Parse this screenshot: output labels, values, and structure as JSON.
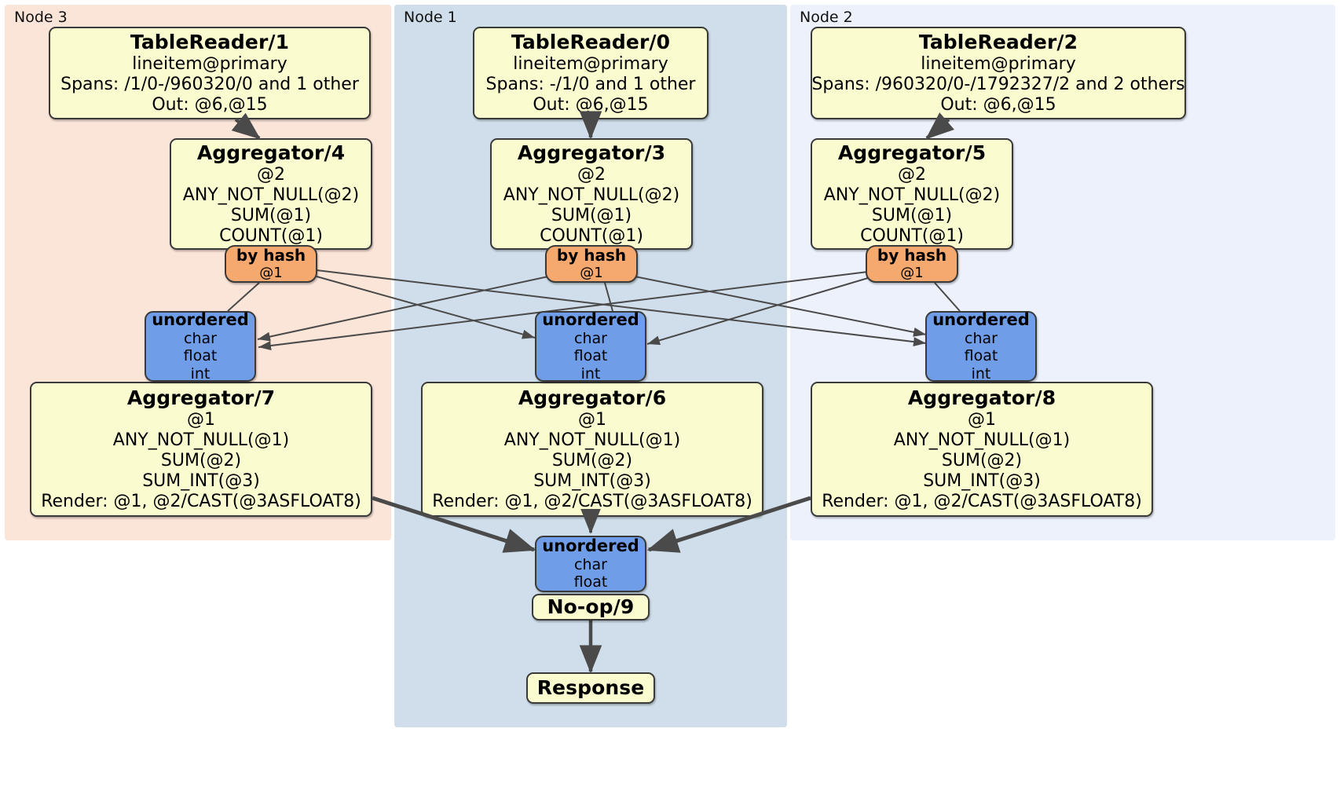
{
  "diagram": {
    "title": "Distributed SQL query physical plan",
    "colors": {
      "region_node3": "#fbe4d8",
      "region_node1": "#cfdeea",
      "region_node2": "#ecf1fb",
      "processor_fill": "#fbfbd0",
      "router_fill": "#f6a96e",
      "sync_fill": "#6f9de8",
      "edge": "#4a4a4a",
      "border": "#3a3a3a"
    }
  },
  "regions": [
    {
      "id": "node3",
      "label": "Node 3"
    },
    {
      "id": "node1",
      "label": "Node 1"
    },
    {
      "id": "node2",
      "label": "Node 2"
    }
  ],
  "nodes": {
    "tablereader1": {
      "title": "TableReader/1",
      "lines": [
        "lineitem@primary",
        "Spans: /1/0-/960320/0 and 1 other",
        "Out: @6,@15"
      ]
    },
    "tablereader0": {
      "title": "TableReader/0",
      "lines": [
        "lineitem@primary",
        "Spans: -/1/0 and 1 other",
        "Out: @6,@15"
      ]
    },
    "tablereader2": {
      "title": "TableReader/2",
      "lines": [
        "lineitem@primary",
        "Spans: /960320/0-/1792327/2 and 2 others",
        "Out: @6,@15"
      ]
    },
    "aggregator4": {
      "title": "Aggregator/4",
      "lines": [
        "@2",
        "ANY_NOT_NULL(@2)",
        "SUM(@1)",
        "COUNT(@1)"
      ]
    },
    "aggregator3": {
      "title": "Aggregator/3",
      "lines": [
        "@2",
        "ANY_NOT_NULL(@2)",
        "SUM(@1)",
        "COUNT(@1)"
      ]
    },
    "aggregator5": {
      "title": "Aggregator/5",
      "lines": [
        "@2",
        "ANY_NOT_NULL(@2)",
        "SUM(@1)",
        "COUNT(@1)"
      ]
    },
    "byhash_left": {
      "title": "by hash",
      "lines": [
        "@1"
      ]
    },
    "byhash_mid": {
      "title": "by hash",
      "lines": [
        "@1"
      ]
    },
    "byhash_right": {
      "title": "by hash",
      "lines": [
        "@1"
      ]
    },
    "unordered_left": {
      "title": "unordered",
      "lines": [
        "char",
        "float",
        "int"
      ]
    },
    "unordered_mid": {
      "title": "unordered",
      "lines": [
        "char",
        "float",
        "int"
      ]
    },
    "unordered_right": {
      "title": "unordered",
      "lines": [
        "char",
        "float",
        "int"
      ]
    },
    "aggregator7": {
      "title": "Aggregator/7",
      "lines": [
        "@1",
        "ANY_NOT_NULL(@1)",
        "SUM(@2)",
        "SUM_INT(@3)",
        "Render: @1, @2/CAST(@3ASFLOAT8)"
      ]
    },
    "aggregator6": {
      "title": "Aggregator/6",
      "lines": [
        "@1",
        "ANY_NOT_NULL(@1)",
        "SUM(@2)",
        "SUM_INT(@3)",
        "Render: @1, @2/CAST(@3ASFLOAT8)"
      ]
    },
    "aggregator8": {
      "title": "Aggregator/8",
      "lines": [
        "@1",
        "ANY_NOT_NULL(@1)",
        "SUM(@2)",
        "SUM_INT(@3)",
        "Render: @1, @2/CAST(@3ASFLOAT8)"
      ]
    },
    "unordered_final": {
      "title": "unordered",
      "lines": [
        "char",
        "float"
      ]
    },
    "noop9": {
      "title": "No-op/9",
      "lines": []
    },
    "response": {
      "title": "Response",
      "lines": []
    }
  }
}
